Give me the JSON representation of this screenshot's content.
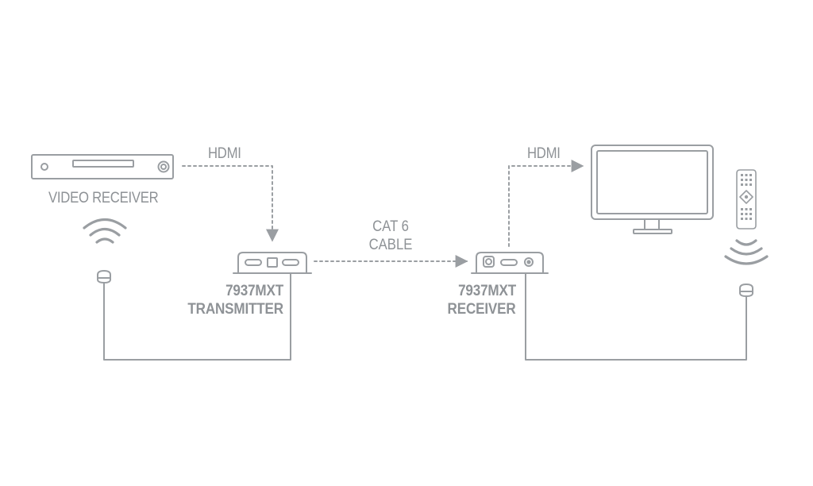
{
  "labels": {
    "video_receiver": "VIDEO RECEIVER",
    "hdmi_left": "HDMI",
    "hdmi_right": "HDMI",
    "cable_line1": "CAT 6",
    "cable_line2": "CABLE",
    "transmitter_line1": "7937MXT",
    "transmitter_line2": "TRANSMITTER",
    "receiver_line1": "7937MXT",
    "receiver_line2": "RECEIVER"
  },
  "icons": {
    "video_receiver": "set-top-box-icon",
    "transmitter": "transmitter-box-icon",
    "receiver": "receiver-box-icon",
    "monitor": "tv-monitor-icon",
    "remote": "remote-control-icon",
    "ir_waves": "wireless-waves-icon",
    "ir_sensor": "ir-sensor-icon"
  },
  "colors": {
    "line": "#9a9ea2",
    "text": "#8e9296",
    "background": "#ffffff"
  }
}
